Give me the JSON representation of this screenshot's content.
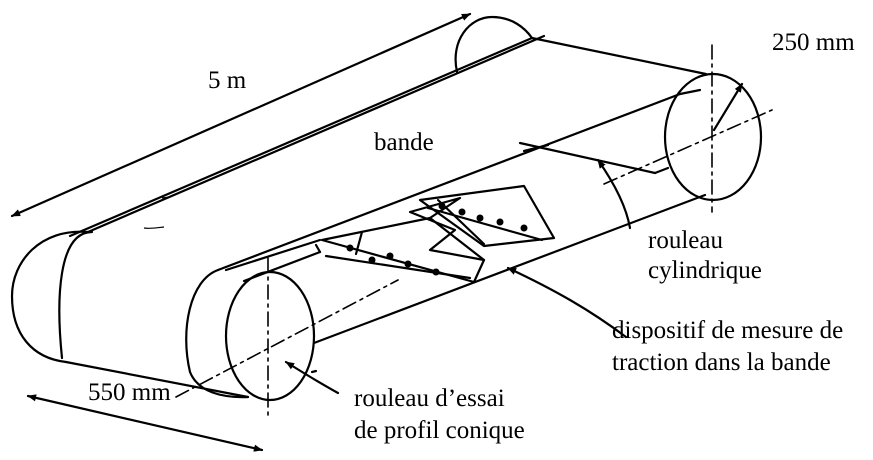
{
  "labels": {
    "length": "5 m",
    "roller_diameter": "250 mm",
    "belt": "bande",
    "cylindrical_roller_line1": "rouleau",
    "cylindrical_roller_line2": "cylindrique",
    "measuring_device_line1": "dispositif de mesure de",
    "measuring_device_line2": "traction dans la bande",
    "width": "550 mm",
    "test_roller_line1": "rouleau d’essai",
    "test_roller_line2": "de profil conique"
  },
  "colors": {
    "ink": "#000000",
    "background": "#ffffff"
  }
}
